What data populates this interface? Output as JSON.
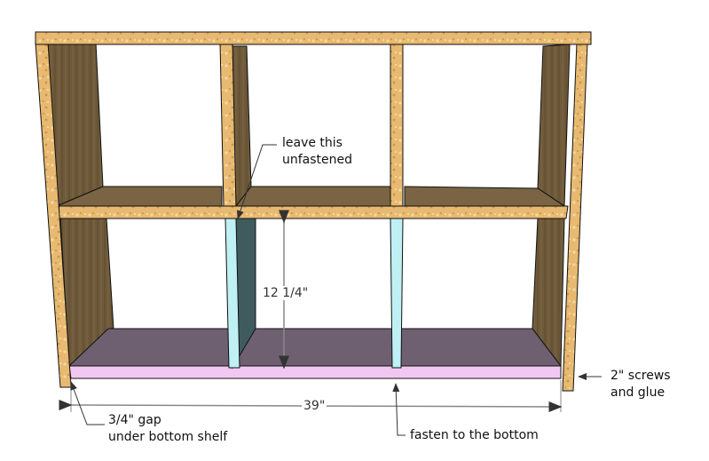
{
  "diagram": {
    "subject": "cube bookshelf front view, 2 rows x 3 columns",
    "colors": {
      "plywood_edge": "#e8b970",
      "plywood_face": "#6e5a3a",
      "bottom_shelf_top": "#6e6070",
      "bottom_shelf_edge": "#f2c8f2",
      "divider_edge": "#bff0f4",
      "divider_face": "#3f5b5e",
      "outline": "#111111",
      "dimension_line": "#888888",
      "background": "#ffffff"
    }
  },
  "annotations": {
    "leave_unfastened": {
      "line1": "leave this",
      "line2": "unfastened"
    },
    "height_dimension": "12 1/4\"",
    "width_dimension": "39\"",
    "gap_note": {
      "line1": "3/4\" gap",
      "line2": "under bottom shelf"
    },
    "screws_note": {
      "line1": "2\" screws",
      "line2": "and glue"
    },
    "fasten_note": "fasten to the bottom"
  }
}
